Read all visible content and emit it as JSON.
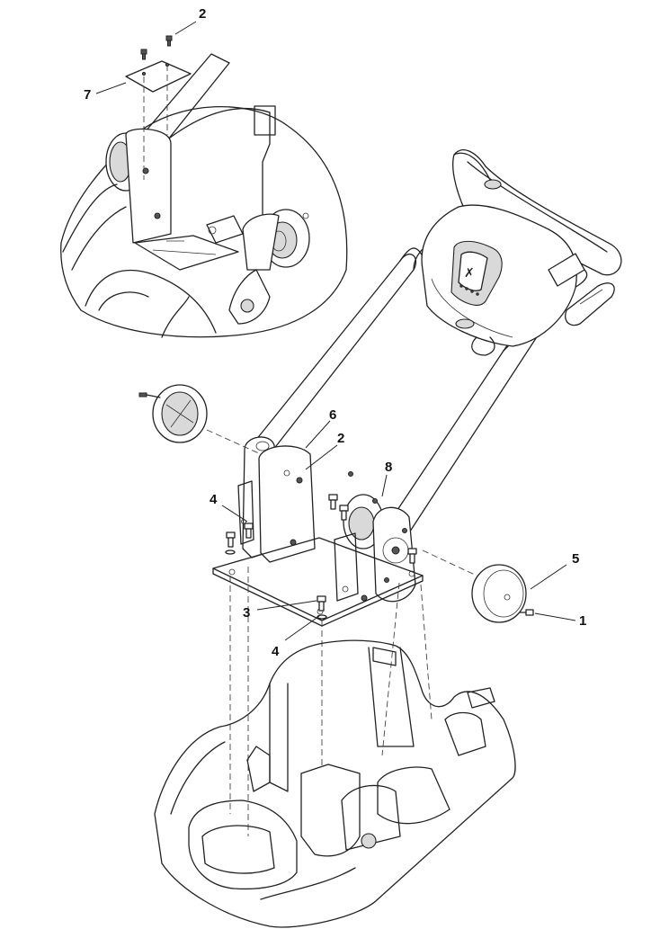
{
  "callouts": [
    {
      "id": "c2-top",
      "label": "2"
    },
    {
      "id": "c7",
      "label": "7"
    },
    {
      "id": "c6",
      "label": "6"
    },
    {
      "id": "c2-mid",
      "label": "2"
    },
    {
      "id": "c8",
      "label": "8"
    },
    {
      "id": "c4-left",
      "label": "4"
    },
    {
      "id": "c3",
      "label": "3"
    },
    {
      "id": "c4-bottom",
      "label": "4"
    },
    {
      "id": "c5",
      "label": "5"
    },
    {
      "id": "c1",
      "label": "1"
    }
  ]
}
